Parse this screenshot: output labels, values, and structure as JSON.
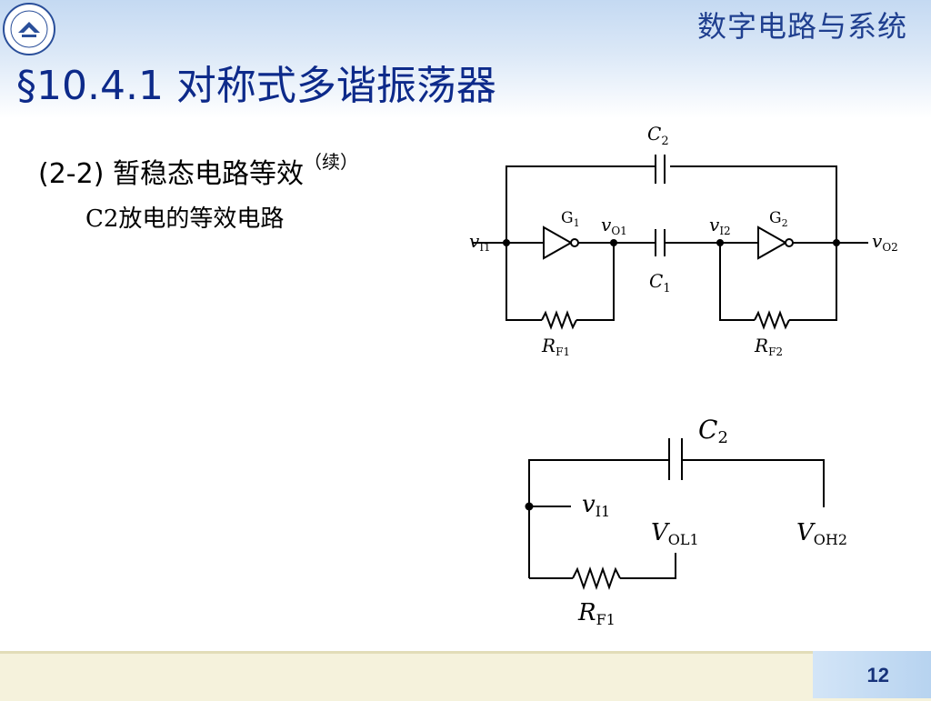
{
  "header": {
    "course_title": "数字电路与系统",
    "slide_title": "§10.4.1  对称式多谐振荡器"
  },
  "content": {
    "subtitle": "(2-2) 暂稳态电路等效",
    "subtitle_note": "（续）",
    "caption": "C2放电的等效电路"
  },
  "circuit1": {
    "c2": {
      "sym": "C",
      "sub": "2"
    },
    "c1": {
      "sym": "C",
      "sub": "1"
    },
    "g1": {
      "sym": "G",
      "sub": "1"
    },
    "g2": {
      "sym": "G",
      "sub": "2"
    },
    "vi1": {
      "sym": "v",
      "sub": "I1"
    },
    "vo1": {
      "sym": "v",
      "sub": "O1"
    },
    "vi2": {
      "sym": "v",
      "sub": "I2"
    },
    "vo2": {
      "sym": "v",
      "sub": "O2"
    },
    "rf1": {
      "sym": "R",
      "sub": "F1"
    },
    "rf2": {
      "sym": "R",
      "sub": "F2"
    }
  },
  "circuit2": {
    "c2": {
      "sym": "C",
      "sub": "2"
    },
    "vi1": {
      "sym": "v",
      "sub": "I1"
    },
    "vol1": {
      "sym": "V",
      "sub": "OL1"
    },
    "voh2": {
      "sym": "V",
      "sub": "OH2"
    },
    "rf1": {
      "sym": "R",
      "sub": "F1"
    }
  },
  "footer": {
    "page_number": "12"
  },
  "colors": {
    "title_blue": "#0d2a8a",
    "course_blue": "#1f3f8f",
    "footer_beige": "#f5f2dc",
    "page_box_blue": "#b7d3f0"
  }
}
